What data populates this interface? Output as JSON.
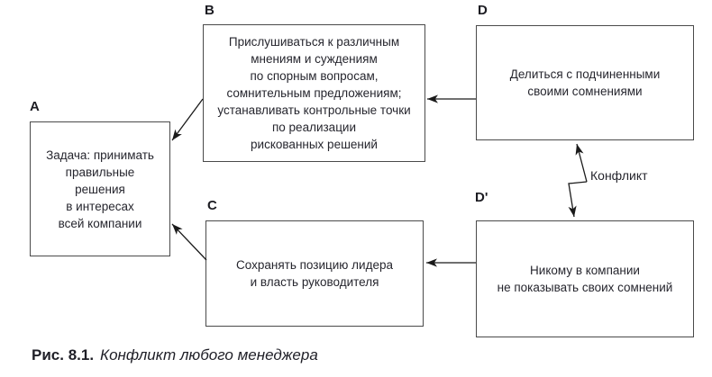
{
  "figure": {
    "caption_label": "Рис. 8.1.",
    "caption_text": "Конфликт любого менеджера"
  },
  "diagram": {
    "conflict_label": "Конфликт",
    "nodes": {
      "a": {
        "label": "A",
        "text": "Задача: принимать\nправильные\nрешения\nв интересах\nвсей компании"
      },
      "b": {
        "label": "B",
        "text": "Прислушиваться к различным\nмнениям и суждениям\nпо спорным вопросам,\nсомнительным предложениям;\nустанавливать контрольные точки\nпо реализации\nрискованных решений"
      },
      "c": {
        "label": "C",
        "text": "Сохранять позицию лидера\nи власть руководителя"
      },
      "d": {
        "label": "D",
        "text": "Делиться с подчиненными\nсвоими сомнениями"
      },
      "d_prime": {
        "label": "D'",
        "text": "Никому в компании\nне показывать своих сомнений"
      }
    },
    "edges": [
      "D → B",
      "B → A",
      "D' → C",
      "C → A",
      "D ↯ D' (Конфликт)"
    ],
    "colors": {
      "background": "#ffffff",
      "box_border": "#4a4a4a",
      "text": "#26262e",
      "arrow": "#1a1a1a"
    }
  }
}
